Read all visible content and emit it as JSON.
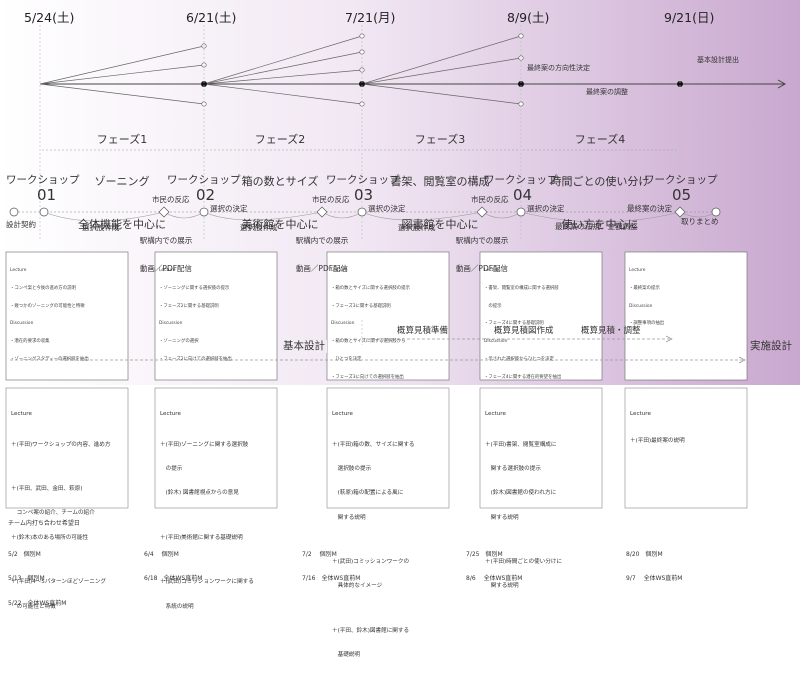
{
  "dates": [
    "5/24(土)",
    "6/21(土)",
    "7/21(月)",
    "8/9(土)",
    "9/21(日)"
  ],
  "top_labels": {
    "final_direction": "最終案の方向性決定",
    "final_adjust": "最終案の調整",
    "basic_design_submit": "基本設計提出"
  },
  "phases": [
    {
      "num": "フェーズ1",
      "l1": "ゾーニング",
      "l2": "全体機能を中心に"
    },
    {
      "num": "フェーズ2",
      "l1": "箱の数とサイズ",
      "l2": "美術館を中心に"
    },
    {
      "num": "フェーズ3",
      "l1": "書架、閲覧室の構成",
      "l2": "図書館を中心に"
    },
    {
      "num": "フェーズ4",
      "l1": "時間ごとの使い分け",
      "l2": "使い方を中心に"
    }
  ],
  "workshops": [
    {
      "title": "ワークショップ",
      "num": "01"
    },
    {
      "title": "ワークショップ",
      "num": "02"
    },
    {
      "title": "ワークショップ",
      "num": "03"
    },
    {
      "title": "ワークショップ",
      "num": "04"
    },
    {
      "title": "ワークショップ",
      "num": "05"
    }
  ],
  "timeline_labels": {
    "design_contract": "設計契約",
    "citizen_reaction": "市民の反応",
    "option_creation": "選択肢作成",
    "exhibit_line1": "駅構内での展示",
    "exhibit_line2": "動画／PDF配信",
    "option_decision": "選択の決定",
    "final_law_cost": "最終案の法規、金額調整",
    "final_decision": "最終案の決定",
    "wrap_up": "取りまとめ"
  },
  "lane_labels": {
    "estimate_prep": "概算見積準備",
    "estimate_drawing": "概算見積図作成",
    "estimate_adjust": "概算見積・調整",
    "basic_design": "基本設計",
    "detail_design": "実施設計"
  },
  "upper_boxes": [
    {
      "lines": [
        "Lecture",
        "・コンペ案と今後の進め方の説明",
        "・幾つかのゾーニングの可能性と特徴",
        "Discussion",
        "・潜在的要求の収集",
        "・ゾーニングスタディーの選択肢を抽出"
      ]
    },
    {
      "lines": [
        "Lecture",
        "・ゾーニングに関する選択肢の提示",
        "・フェーズ2に関する基礎説明",
        "Discussion",
        "・ゾーニングの選択",
        "・フェーズ2に向けての選択肢を抽出"
      ]
    },
    {
      "lines": [
        "Lecture",
        "・箱の数とサイズに関する選択肢の提示",
        "・フェーズ3に関する基礎説明",
        "Discussion",
        "・箱の数とサイズに関する選択肢から",
        "　ひとつを決定",
        "・フェーズ3に向けての選択肢を抽出"
      ]
    },
    {
      "lines": [
        "Lecture",
        "・書架、閲覧室の構成に関する選択肢",
        "　の提示",
        "・フェーズ4に関する基礎説明",
        "Discussion",
        "・示された選択肢からひとつを決定",
        "・フェーズ4に関する潜在的要望を抽出"
      ]
    },
    {
      "lines": [
        "Lecture",
        "・最終案の提示",
        "Discussion",
        "・調整事項の抽出"
      ]
    }
  ],
  "lower_boxes": [
    {
      "head": "Lecture",
      "lines": [
        "＋(平田)ワークショップの内容、進め方",
        "",
        "＋(平田、武田、金田、萩原)",
        "　コンペ案の紹介、チームの紹介",
        "＋(鈴木)本のある場所の可能性",
        "",
        "＋(平田)4～5パターンほどゾーニング",
        "　の可能性と特徴"
      ]
    },
    {
      "head": "Lecture",
      "lines": [
        "＋(平田)ゾーニングに関する選択肢",
        "　の提示",
        "　(鈴木) 図書館視点からの意見",
        "",
        "＋(平田)美術館に関する基礎説明",
        "",
        "＋(武田)コミッションワークに関する",
        "　系統の説明"
      ]
    },
    {
      "head": "Lecture",
      "lines": [
        "＋(平田)箱の数、サイズに関する",
        "　選択肢の提示",
        "　(萩原)箱の配置による風に",
        "　関する説明",
        "",
        "＋(武田)コミッションワークの",
        "　具体的なイメージ",
        "",
        "＋(平田、鈴木)図書館に関する",
        "　基礎説明"
      ]
    },
    {
      "head": "Lecture",
      "lines": [
        "＋(平田)書架、閲覧室構成に",
        "　関する選択肢の提示",
        "　(鈴木)図書館の使われ方に",
        "　関する説明",
        "",
        "＋(平田)時間ごとの使い分けに",
        "　関する説明"
      ]
    },
    {
      "head": "Lecture",
      "lines": [
        "＋(平田)最終案の説明"
      ]
    }
  ],
  "team_meetings": {
    "title": "チーム内打ち合わせ希望日",
    "groups": [
      [
        "5/2　個別M",
        "5/13　個別M",
        "5/22　全体WS直前M"
      ],
      [
        "6/4　 個別M",
        "6/18　全体WS直前M"
      ],
      [
        "7/2　 個別M",
        "7/16　全体WS直前M"
      ],
      [
        "7/25　個別M",
        "8/6　 全体WS直前M"
      ],
      [
        "8/20　個別M",
        "9/7　 全体WS直前M"
      ]
    ]
  },
  "colors": {
    "gradient_end": "#c9a8cf",
    "line": "#555555",
    "dash": "#bbbbbb"
  }
}
